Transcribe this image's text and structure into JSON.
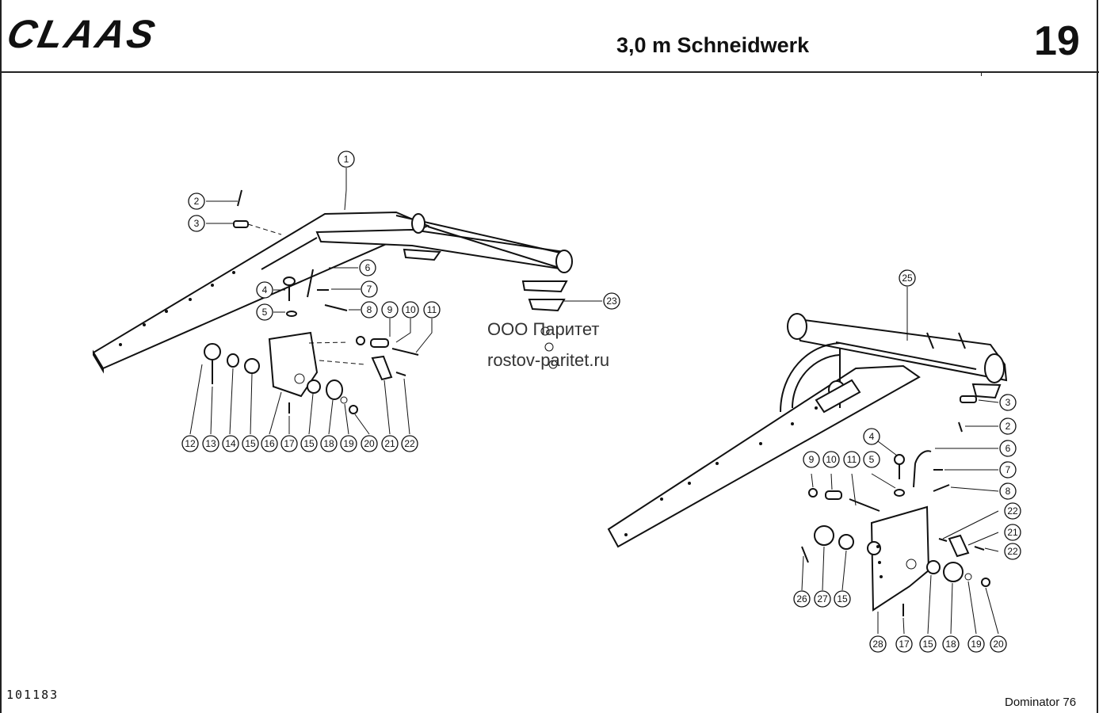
{
  "header": {
    "brand": "CLAAS",
    "title": "3,0 m Schneidwerk",
    "page_number": "19"
  },
  "footer": {
    "document_number": "101183",
    "model": "Dominator 76"
  },
  "watermark": {
    "line1": "ООО Паритет",
    "line2": "rostov-paritet.ru"
  },
  "left_assembly": {
    "callouts": [
      "1",
      "2",
      "3",
      "4",
      "5",
      "6",
      "7",
      "8",
      "9",
      "10",
      "11",
      "23",
      "12",
      "13",
      "14",
      "15",
      "16",
      "17",
      "15",
      "18",
      "19",
      "20",
      "21",
      "22"
    ]
  },
  "right_assembly": {
    "callouts": [
      "25",
      "3",
      "2",
      "4",
      "6",
      "7",
      "8",
      "9",
      "10",
      "11",
      "5",
      "22",
      "21",
      "22",
      "26",
      "27",
      "15",
      "28",
      "17",
      "15",
      "18",
      "19",
      "20"
    ]
  }
}
